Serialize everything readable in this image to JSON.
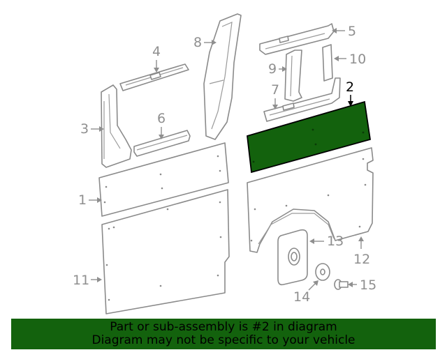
{
  "diagram": {
    "highlight_color": "#13620d",
    "callouts": [
      {
        "id": "1",
        "text": "1"
      },
      {
        "id": "2",
        "text": "2"
      },
      {
        "id": "3",
        "text": "3"
      },
      {
        "id": "4",
        "text": "4"
      },
      {
        "id": "5",
        "text": "5"
      },
      {
        "id": "6",
        "text": "6"
      },
      {
        "id": "7",
        "text": "7"
      },
      {
        "id": "8",
        "text": "8"
      },
      {
        "id": "9",
        "text": "9"
      },
      {
        "id": "10",
        "text": "10"
      },
      {
        "id": "11",
        "text": "11"
      },
      {
        "id": "12",
        "text": "12"
      },
      {
        "id": "13",
        "text": "13"
      },
      {
        "id": "14",
        "text": "14"
      },
      {
        "id": "15",
        "text": "15"
      }
    ],
    "highlighted_part": "2"
  },
  "banner": {
    "line1": "Part or sub-assembly is #2 in diagram",
    "line2": "Diagram may not be specific to your vehicle"
  }
}
